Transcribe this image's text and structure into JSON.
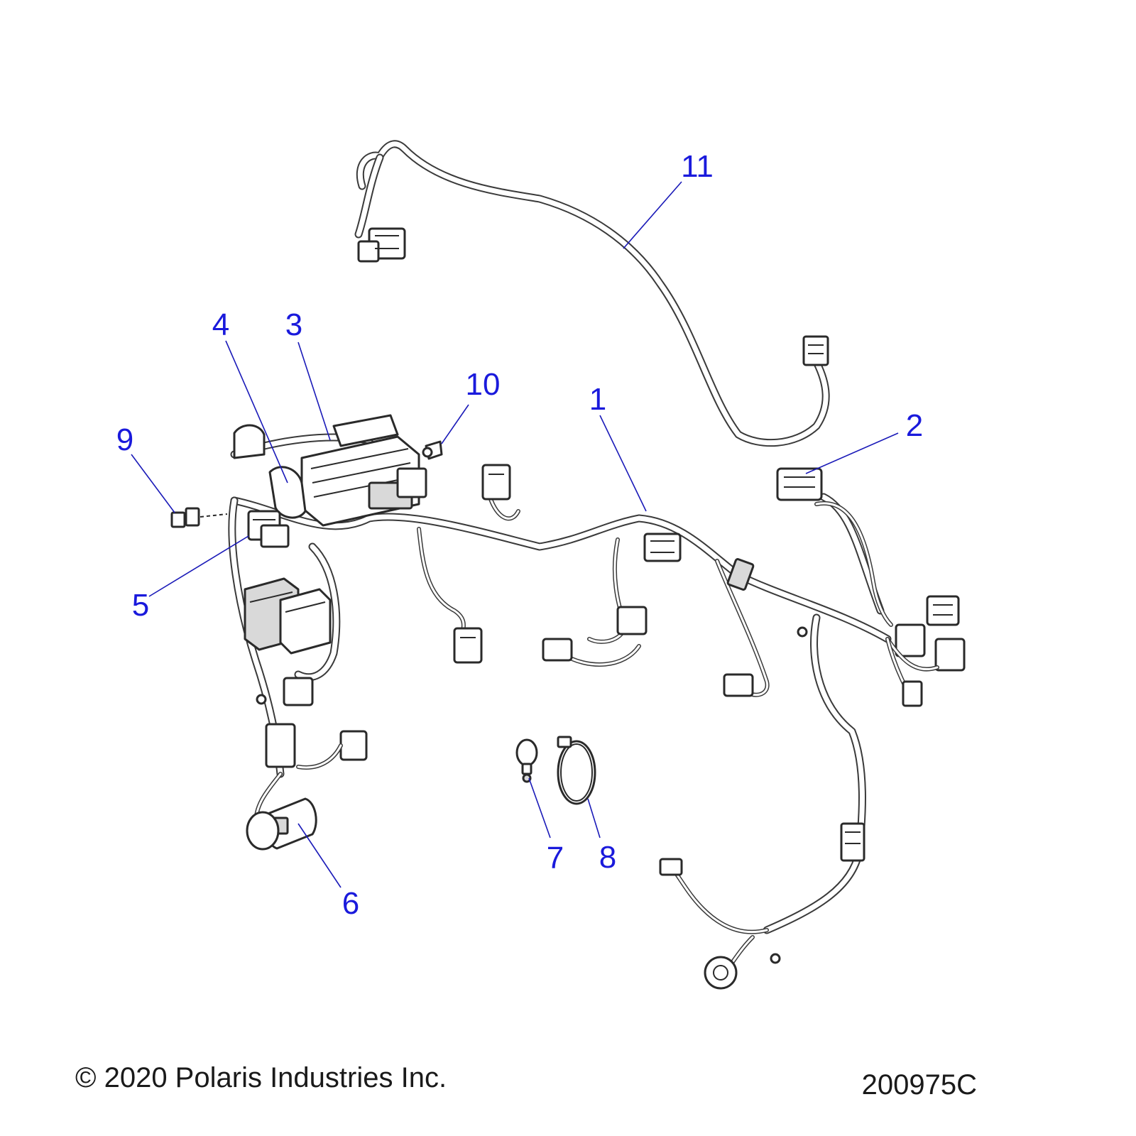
{
  "callouts": [
    {
      "id": "1",
      "label": "1"
    },
    {
      "id": "2",
      "label": "2"
    },
    {
      "id": "3",
      "label": "3"
    },
    {
      "id": "4",
      "label": "4"
    },
    {
      "id": "5",
      "label": "5"
    },
    {
      "id": "6",
      "label": "6"
    },
    {
      "id": "7",
      "label": "7"
    },
    {
      "id": "8",
      "label": "8"
    },
    {
      "id": "9",
      "label": "9"
    },
    {
      "id": "10",
      "label": "10"
    },
    {
      "id": "11",
      "label": "11"
    }
  ],
  "footer": {
    "copyright": "© 2020 Polaris Industries Inc.",
    "diagram_id": "200975C"
  },
  "colors": {
    "callout": "#1a1adc",
    "leader": "#1a1ab8",
    "line_art": "#2a2a2a"
  }
}
